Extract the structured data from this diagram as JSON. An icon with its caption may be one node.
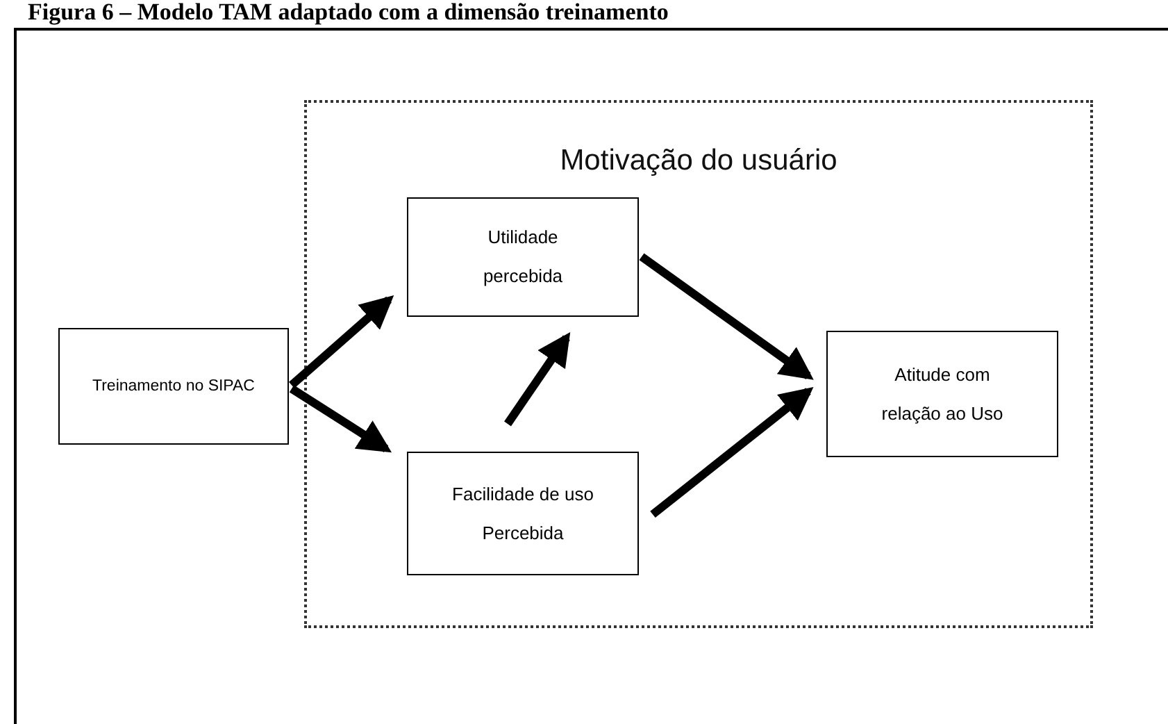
{
  "diagram": {
    "title": "Figura 6 – Modelo TAM adaptado com a dimensão treinamento",
    "nodes": [
      {
        "text": [
          "Treinamento no SIPAC"
        ]
      },
      {
        "text": [
          "Motivação do usuário"
        ]
      },
      {
        "text": [
          "Utilidade percebida"
        ],
        "in": 1
      },
      {
        "text": [
          "Facilidade de uso Percebida"
        ],
        "in": 1
      },
      {
        "text": [
          "Atitude com relação ao Uso"
        ],
        "in": 1
      }
    ],
    "edges": [
      {
        "from": 0,
        "to": 2,
        "arrow": "to"
      },
      {
        "from": 0,
        "to": 3,
        "arrow": "to"
      },
      {
        "from": 3,
        "to": 2,
        "arrow": "to"
      },
      {
        "from": 2,
        "to": 4,
        "arrow": "to"
      },
      {
        "from": 3,
        "to": 4,
        "arrow": "to"
      }
    ]
  }
}
